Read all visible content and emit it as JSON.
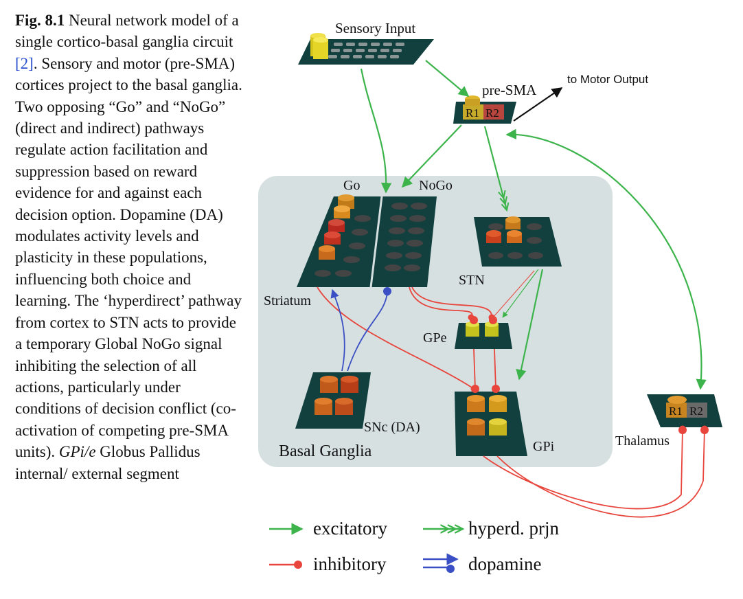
{
  "caption": {
    "fig_label": "Fig. 8.1",
    "text_1": " Neural network model of a single cortico-basal ganglia circuit ",
    "ref": "[2]",
    "text_2": ". Sensory and motor (pre-SMA) cortices project to the basal ganglia. Two opposing “Go” and “NoGo” (direct and indirect) pathways regulate action facilitation and suppression based on reward evidence for and against each decision option. Dopamine (DA) modulates activity levels and plasticity in these populations, influencing both choice and learning. The ‘hyperdirect’ pathway from cortex to STN acts to provide a temporary Global NoGo signal inhibiting the selection of all actions, particularly under conditions of decision conflict (co-activation of competing pre-SMA units). ",
    "em": "GPi/e",
    "text_3": " Globus Pallidus internal/ external segment"
  },
  "labels": {
    "sensory_input": "Sensory Input",
    "pre_sma": "pre-SMA",
    "to_motor_output": "to Motor Output",
    "go": "Go",
    "nogo": "NoGo",
    "striatum": "Striatum",
    "stn": "STN",
    "gpe": "GPe",
    "snc": "SNc (DA)",
    "basal_ganglia": "Basal Ganglia",
    "gpi": "GPi",
    "thalamus": "Thalamus",
    "r1": "R1",
    "r2": "R2"
  },
  "legend": {
    "excitatory": "excitatory",
    "hyperdirect": "hyperd. prjn",
    "inhibitory": "inhibitory",
    "dopamine": "dopamine"
  },
  "colors": {
    "excitatory": "#3cb44b",
    "inhibitory": "#e8453c",
    "dopamine": "#3b4fc4",
    "layer": "#12403f",
    "bg_region": "#d6e0e1"
  }
}
